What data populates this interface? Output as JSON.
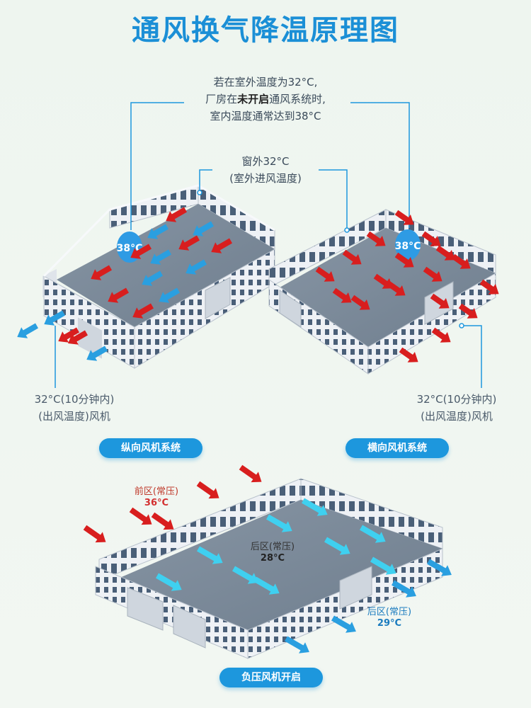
{
  "title": "通风换气降温原理图",
  "top_note": {
    "line1": "若在室外温度为32°C,",
    "line2_pre": "厂房在",
    "line2_bold": "未开启",
    "line2_post": "通风系统时,",
    "line3": "室内温度通常达到38°C"
  },
  "window_note": {
    "line1": "窗外32°C",
    "line2": "(室外进风温度)"
  },
  "left_building": {
    "badge": "38°C",
    "fan_note_line1": "32°C(10分钟内)",
    "fan_note_line2": "(出风温度)风机",
    "system_label": "纵向风机系统"
  },
  "right_building": {
    "badge": "38°C",
    "fan_note_line1": "32°C(10分钟内)",
    "fan_note_line2": "(出风温度)风机",
    "system_label": "横向风机系统"
  },
  "bottom_building": {
    "front_zone": {
      "label": "前区(常压)",
      "temp": "36°C"
    },
    "middle_zone": {
      "label": "后区(常压)",
      "temp": "28°C"
    },
    "rear_zone": {
      "label": "后区(常压)",
      "temp": "29°C"
    },
    "system_label": "负压风机开启"
  },
  "colors": {
    "accent": "#1d97dd",
    "hot_arrow": "#d81e1e",
    "cold_arrow": "#2a9fe0",
    "cyan_arrow": "#3fd0f0",
    "floor": "#7d8c9c",
    "wall": "#e6eaf0"
  }
}
